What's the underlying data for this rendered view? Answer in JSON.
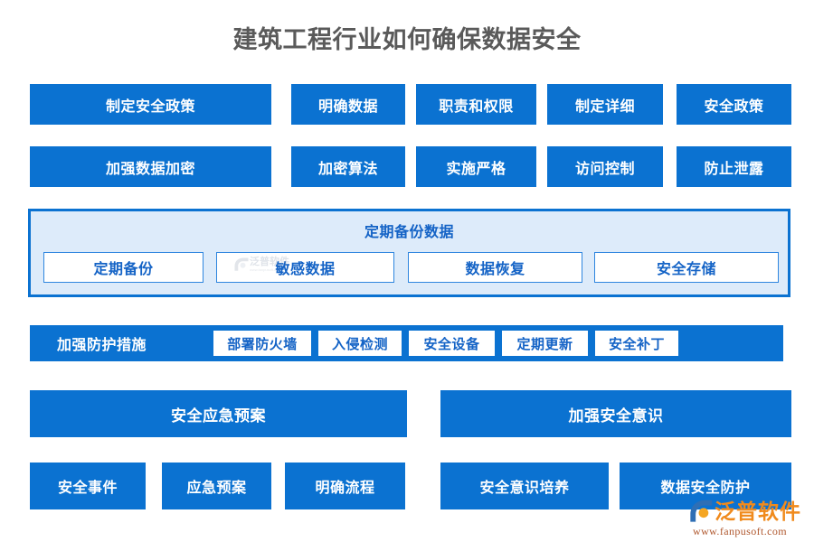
{
  "page": {
    "title": "建筑工程行业如何确保数据安全",
    "accent_blue": "#0b72d1",
    "panel_fill": "#ddebfa",
    "title_color": "#5a5a5a",
    "chip_text_blue": "#1463c6"
  },
  "row1": {
    "items": [
      {
        "label": "制定安全政策"
      },
      {
        "label": "明确数据"
      },
      {
        "label": "职责和权限"
      },
      {
        "label": "制定详细"
      },
      {
        "label": "安全政策"
      }
    ]
  },
  "row2": {
    "items": [
      {
        "label": "加强数据加密"
      },
      {
        "label": "加密算法"
      },
      {
        "label": "实施严格"
      },
      {
        "label": "访问控制"
      },
      {
        "label": "防止泄露"
      }
    ]
  },
  "backup_section": {
    "heading": "定期备份数据",
    "items": [
      {
        "label": "定期备份"
      },
      {
        "label": "敏感数据"
      },
      {
        "label": "数据恢复"
      },
      {
        "label": "安全存储"
      }
    ]
  },
  "protection_section": {
    "heading": "加强防护措施",
    "items": [
      {
        "label": "部署防火墙"
      },
      {
        "label": "入侵检测"
      },
      {
        "label": "安全设备"
      },
      {
        "label": "定期更新"
      },
      {
        "label": "安全补丁"
      }
    ]
  },
  "wide_row": {
    "items": [
      {
        "label": "安全应急预案"
      },
      {
        "label": "加强安全意识"
      }
    ]
  },
  "bottom_row": {
    "items": [
      {
        "label": "安全事件"
      },
      {
        "label": "应急预案"
      },
      {
        "label": "明确流程"
      },
      {
        "label": "安全意识培养"
      },
      {
        "label": "数据安全防护"
      }
    ]
  },
  "watermark": {
    "brand": "泛普软件",
    "url": "www.fanpusoft.com"
  }
}
